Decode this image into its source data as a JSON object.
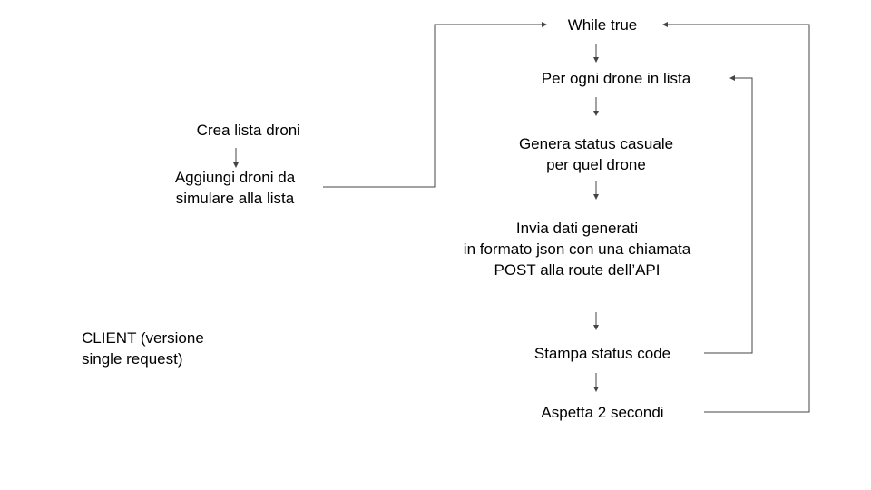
{
  "diagram": {
    "title": "CLIENT (versione\nsingle request)",
    "left_steps": [
      "Crea lista droni",
      "Aggiungi droni da\nsimulare alla lista"
    ],
    "loop_steps": [
      "While true",
      "Per ogni drone in lista",
      "Genera status casuale\nper quel drone",
      "Invia dati generati\nin formato json con una chiamata\nPOST alla route dell’API",
      "Stampa status code",
      "Aspetta 2 secondi"
    ],
    "colors": {
      "text": "#000000",
      "connector": "#444444",
      "background": "#ffffff"
    }
  }
}
